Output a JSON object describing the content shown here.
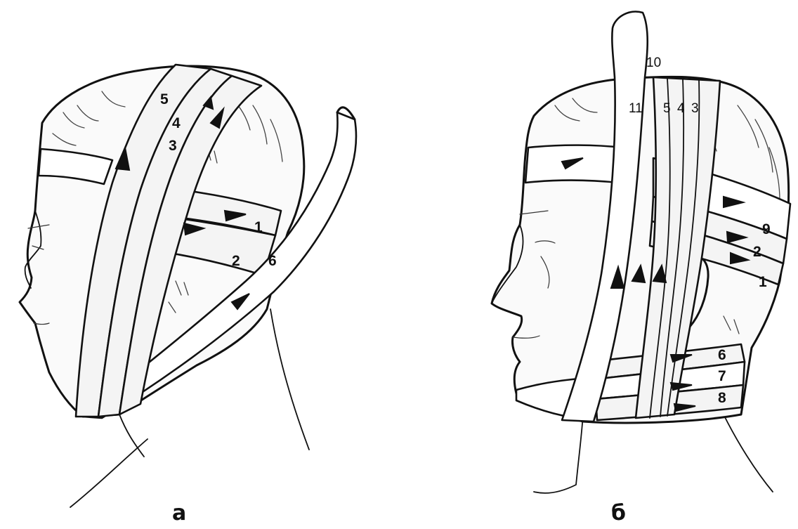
{
  "panel_a": {
    "caption": "а",
    "labels": {
      "l1": "1",
      "l2": "2",
      "l3": "3",
      "l4": "4",
      "l5": "5",
      "l6": "6"
    }
  },
  "panel_b": {
    "caption": "б",
    "labels": {
      "l1": "1",
      "l2": "2",
      "l3": "3",
      "l4": "4",
      "l5": "5",
      "l6": "6",
      "l7": "7",
      "l8": "8",
      "l9": "9",
      "l10": "10",
      "l11": "11"
    }
  }
}
